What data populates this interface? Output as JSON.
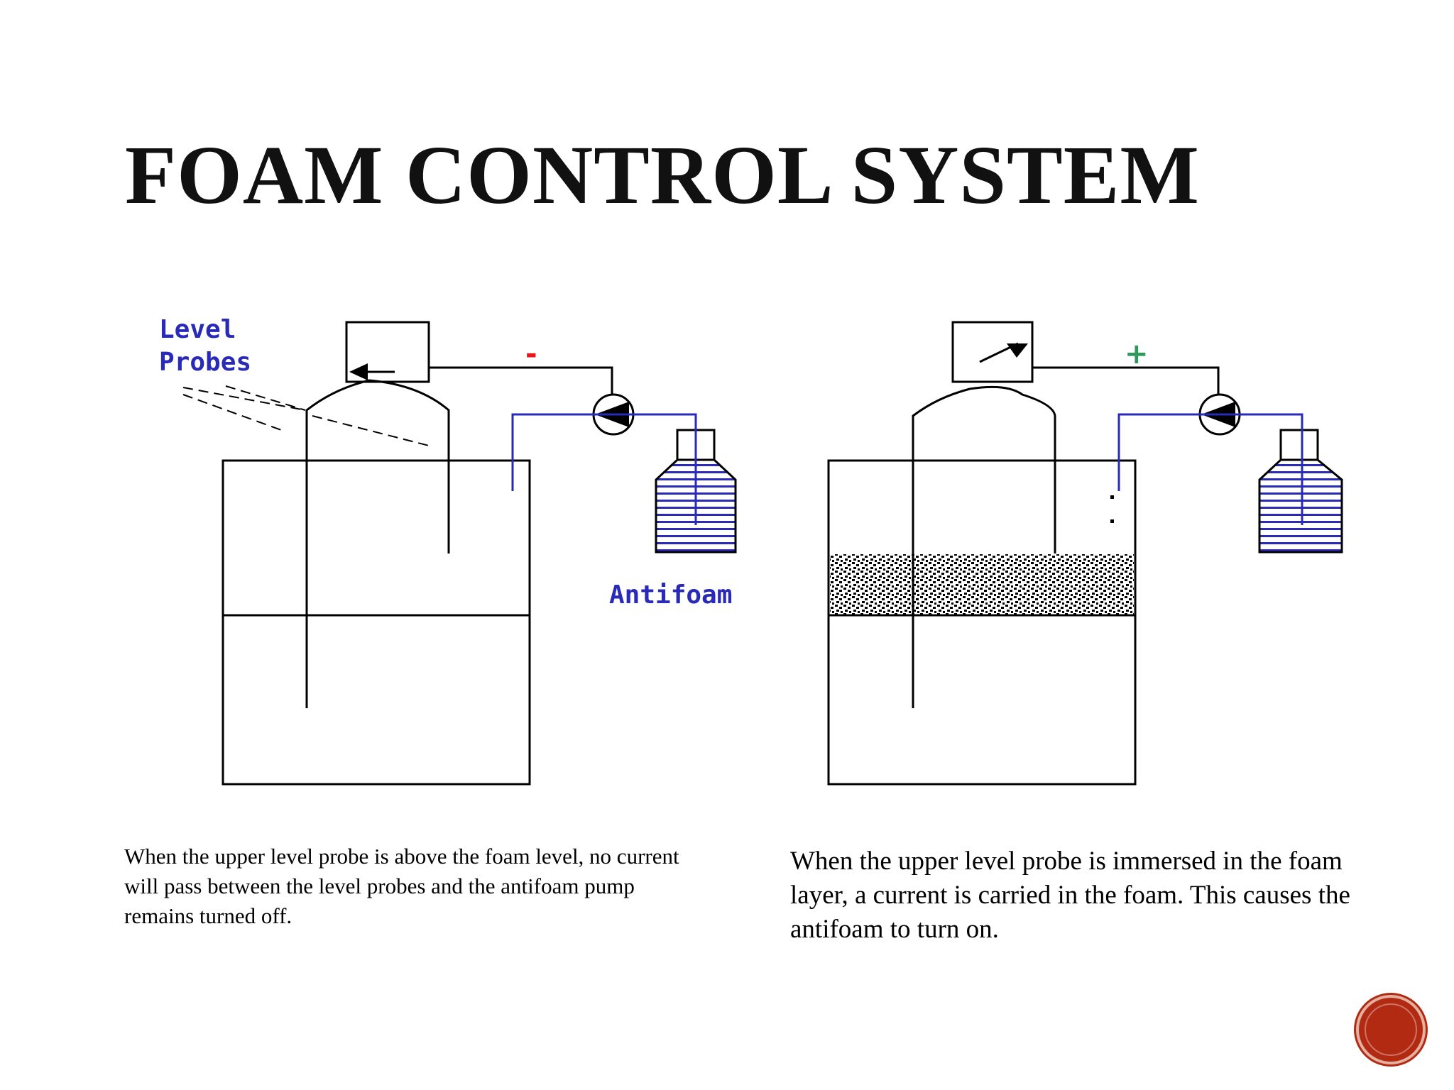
{
  "slide": {
    "title": "FOAM CONTROL SYSTEM"
  },
  "diagram": {
    "left_panel": {
      "probe_label_line1": "Level",
      "probe_label_line2": "Probes",
      "pump_sign": "-",
      "reservoir_label": "Antifoam"
    },
    "right_panel": {
      "pump_sign": "+"
    }
  },
  "captions": {
    "left": "When the upper level probe is above the foam level, no current will pass between the level probes and the antifoam pump remains turned off.",
    "right": "When the upper level probe is immersed in the foam layer, a current is carried in the foam. This causes the antifoam to turn on."
  },
  "colors": {
    "wire_black": "#000000",
    "tube_blue": "#2a2ab8",
    "minus_red": "#e8161b",
    "plus_green": "#2e9a5a",
    "nav_button": "#b22a12"
  },
  "icons": {
    "slide_nav": "circle-button-icon"
  }
}
